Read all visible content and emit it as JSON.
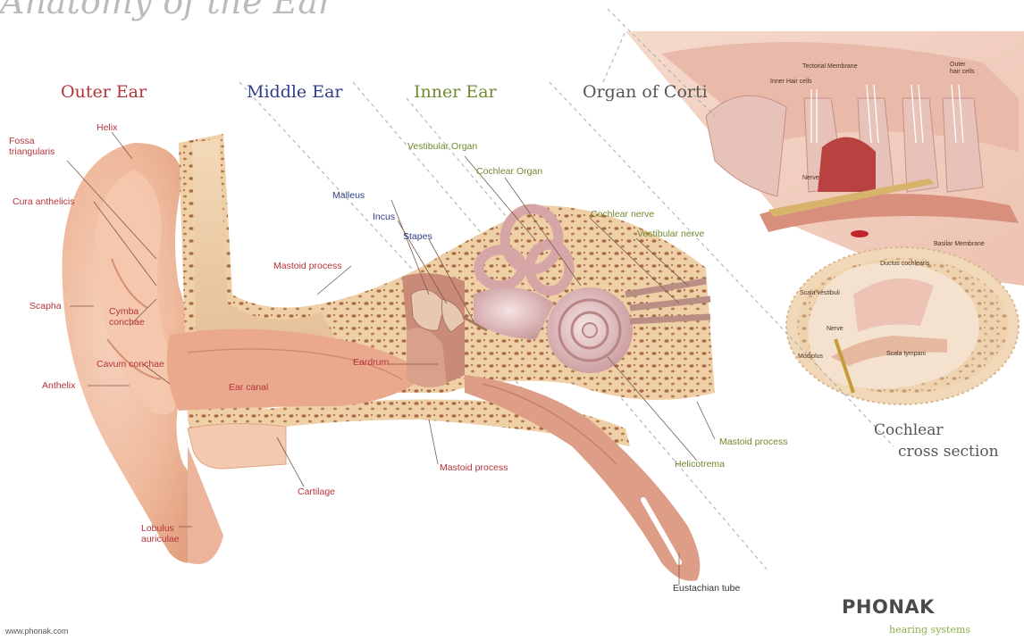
{
  "headings": {
    "outer": "Outer Ear",
    "middle": "Middle Ear",
    "inner": "Inner Ear",
    "corti": "Organ of Corti"
  },
  "labels": {
    "helix": "Helix",
    "fossa": "Fossa\ntriangularis",
    "cura": "Cura anthelicis",
    "scapha": "Scapha",
    "cymba": "Cymba\nconchae",
    "cavum": "Cavum conchae",
    "anthelix": "Anthelix",
    "ear_canal": "Ear canal",
    "cartilage": "Cartilage",
    "lobulus": "Lobulus\nauriculae",
    "malleus": "Malleus",
    "incus": "Incus",
    "stapes": "Stapes",
    "mastoid_1": "Mastoid process",
    "eardrum": "Eardrum",
    "mastoid_2": "Mastoid process",
    "vestibular_organ": "Vestibular Organ",
    "cochlear_organ": "Cochlear Organ",
    "cochlear_nerve": "Cochlear nerve",
    "vestibular_nerve": "Vestibular nerve",
    "mastoid_3": "Mastoid process",
    "helicotrema": "Helicotrema",
    "eustachian": "Eustachian tube"
  },
  "corti_labels": {
    "tectorial": "Tectorial Membrane",
    "inner_hair": "Inner Hair cells",
    "outer_hair": "Outer\nhair cells",
    "nerve": "Nerve",
    "basilar": "Basilar Membrane"
  },
  "section_labels": {
    "ductus": "Ductus cochlearis",
    "vestibuli": "Scala vestibuli",
    "nerve": "Nerve",
    "modiolus": "Modiolus",
    "tympani": "Scala tympani"
  },
  "caption": "Cochlear\n     cross section",
  "brand": "PHONAK",
  "brand_sub": "hearing systems",
  "url": "www.phonak.com",
  "title_fragment": "Anatomy of the Ear"
}
